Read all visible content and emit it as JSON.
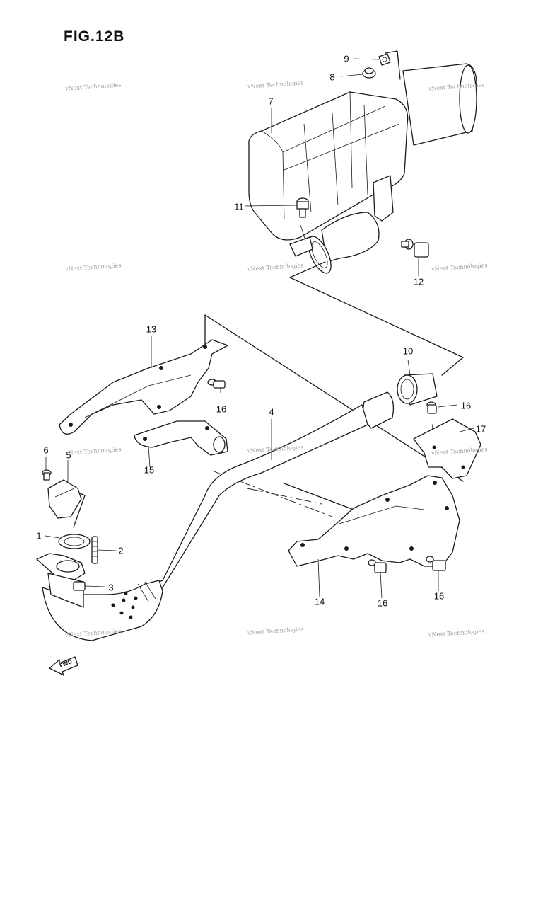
{
  "figure": {
    "title": "FIG.12B",
    "watermark": "vNext Technologies"
  },
  "callouts": [
    {
      "id": "9",
      "label": "9"
    },
    {
      "id": "8",
      "label": "8"
    },
    {
      "id": "7",
      "label": "7"
    },
    {
      "id": "11",
      "label": "11"
    },
    {
      "id": "12",
      "label": "12"
    },
    {
      "id": "13",
      "label": "13"
    },
    {
      "id": "10",
      "label": "10"
    },
    {
      "id": "16a",
      "label": "16"
    },
    {
      "id": "16b",
      "label": "16"
    },
    {
      "id": "4",
      "label": "4"
    },
    {
      "id": "17",
      "label": "17"
    },
    {
      "id": "6",
      "label": "6"
    },
    {
      "id": "5",
      "label": "5"
    },
    {
      "id": "15",
      "label": "15"
    },
    {
      "id": "1",
      "label": "1"
    },
    {
      "id": "2",
      "label": "2"
    },
    {
      "id": "3",
      "label": "3"
    },
    {
      "id": "14",
      "label": "14"
    },
    {
      "id": "16c",
      "label": "16"
    },
    {
      "id": "16d",
      "label": "16"
    }
  ],
  "direction_badge": "FWD",
  "colors": {
    "ink": "#1a1a1a",
    "watermark": "#9a9a9a",
    "background": "#ffffff"
  }
}
